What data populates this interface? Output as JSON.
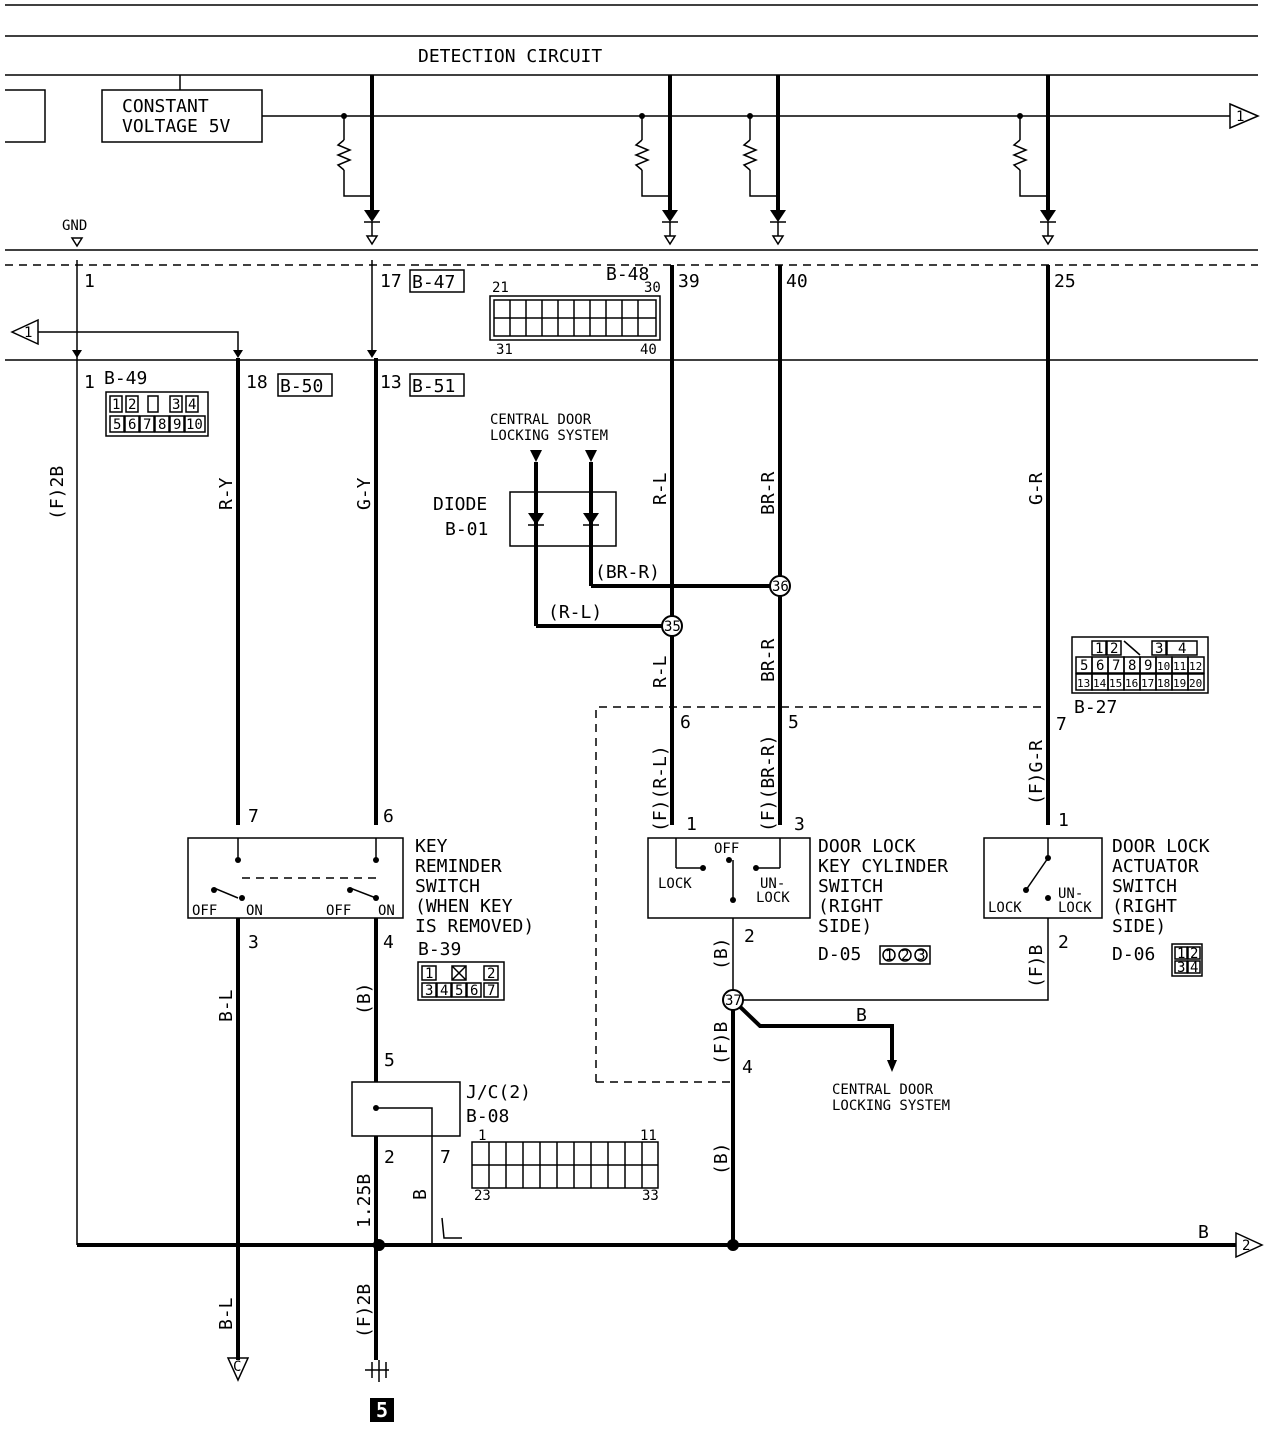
{
  "header": {
    "title": "DETECTION CIRCUIT"
  },
  "ecu": {
    "constant_voltage": [
      "CONSTANT",
      "VOLTAGE 5V"
    ],
    "gnd": "GND"
  },
  "connectors": {
    "b47": {
      "label": "B-47",
      "pin": "17"
    },
    "b48": {
      "label": "B-48",
      "pin_left": "21",
      "pin_right": "30",
      "pin_bl": "31",
      "pin_br": "40",
      "pins": [
        "39",
        "40",
        "25"
      ]
    },
    "b49": {
      "label": "B-49",
      "pin": "1",
      "grid": [
        [
          "1",
          "2",
          "",
          "3",
          "4"
        ],
        [
          "5",
          "6",
          "7",
          "8",
          "9",
          "10"
        ]
      ]
    },
    "b50": {
      "label": "B-50",
      "pin": "18"
    },
    "b51": {
      "label": "B-51",
      "pin": "13"
    },
    "b47_pin_top": "1"
  },
  "wires": {
    "f2b_left": "(F)2B",
    "ry": "R-Y",
    "gy": "G-Y",
    "rl": "R-L",
    "brr": "BR-R",
    "gr": "G-R",
    "rl_paren": "(R-L)",
    "brr_paren": "(BR-R)",
    "f_rl": "(F)(R-L)",
    "f_brr": "(F)(BR-R)",
    "f_gr": "(F)G-R",
    "bl": "B-L",
    "b_paren": "(B)",
    "f_b": "(F)B",
    "b": "B",
    "w125b": "1.25B",
    "f2b": "(F)2B"
  },
  "diode": {
    "title": "DIODE",
    "id": "B-01",
    "source": [
      "CENTRAL  DOOR",
      "LOCKING  SYSTEM"
    ]
  },
  "junctions": {
    "j35": "35",
    "j36": "36",
    "j37": "37"
  },
  "key_reminder": {
    "title": [
      "KEY",
      "REMINDER",
      "SWITCH",
      "(WHEN KEY",
      " IS REMOVED)"
    ],
    "off": "OFF",
    "on": "ON",
    "pins": [
      "7",
      "6",
      "3",
      "4"
    ],
    "connector": "B-39",
    "grid": [
      [
        "1",
        "x",
        "",
        "2"
      ],
      [
        "3",
        "4",
        "5",
        "6",
        "7"
      ]
    ]
  },
  "key_cylinder": {
    "title": [
      "DOOR LOCK",
      "KEY CYLINDER",
      "SWITCH",
      "(RIGHT",
      " SIDE)"
    ],
    "off": "OFF",
    "lock": "LOCK",
    "unlock": [
      "UN-",
      "LOCK"
    ],
    "pins": [
      "6",
      "5",
      "1",
      "3",
      "2",
      "4"
    ],
    "connector": "D-05",
    "grid": [
      "1",
      "2",
      "3"
    ]
  },
  "actuator": {
    "title": [
      "DOOR LOCK",
      "ACTUATOR",
      "SWITCH",
      "(RIGHT",
      " SIDE)"
    ],
    "lock": "LOCK",
    "unlock": [
      "UN-",
      "LOCK"
    ],
    "pins": [
      "7",
      "1",
      "2"
    ],
    "connector": "D-06",
    "grid": [
      [
        "1",
        "2"
      ],
      [
        "3",
        "4"
      ]
    ],
    "b27": "B-27",
    "b27_grid": [
      [
        "1",
        "2",
        "",
        "3",
        "4"
      ],
      [
        "5",
        "6",
        "7",
        "8",
        "9",
        "10",
        "11",
        "12"
      ],
      [
        "13",
        "14",
        "15",
        "16",
        "17",
        "18",
        "19",
        "20"
      ]
    ]
  },
  "jc": {
    "title": "J/C(2)",
    "id": "B-08",
    "pins": [
      "5",
      "2",
      "7"
    ],
    "pin_left": "1",
    "pin_right": "11",
    "pin_bl": "23",
    "pin_br": "33"
  },
  "central_door": [
    "CENTRAL DOOR",
    "LOCKING SYSTEM"
  ],
  "refs": {
    "left": "1",
    "right1": "1",
    "right2": "2",
    "bottom": "C"
  },
  "page_marker": "5"
}
